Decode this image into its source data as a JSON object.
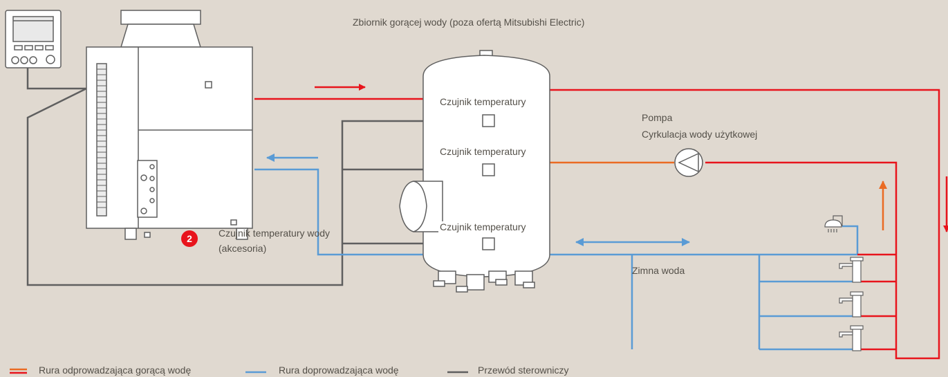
{
  "colors": {
    "background": "#e0d9d0",
    "hot_pipe": "#e8141c",
    "circulation_pipe": "#ea6b23",
    "cold_pipe": "#5a9bd5",
    "control_wire": "#5f5f5f",
    "badge": "#e8141c",
    "text": "#545049"
  },
  "labels": {
    "tank_title": "Zbiornik gorącej wody (poza ofertą Mitsubishi Electric)",
    "sensor_top": "Czujnik temperatury",
    "sensor_middle": "Czujnik temperatury",
    "sensor_bottom": "Czujnik temperatury",
    "pump_title": "Pompa",
    "pump_subtitle": "Cyrkulacja wody użytkowej",
    "cold_water": "Zimna woda",
    "badge_number": "2",
    "accessory_line1": "Czujnik temperatury wody",
    "accessory_line2": "(akcesoria)"
  },
  "legend": [
    {
      "label": "Rura odprowadzająca gorącą wodę",
      "icon": "red-orange-line",
      "color": "#e8141c",
      "color2": "#ea6b23"
    },
    {
      "label": "Rura doprowadzająca wodę",
      "icon": "blue-line",
      "color": "#5a9bd5"
    },
    {
      "label": "Przewód sterowniczy",
      "icon": "gray-line",
      "color": "#5f5f5f"
    }
  ],
  "icons": {
    "controller": "remote-controller-icon",
    "outdoor_unit": "heat-pump-unit-icon",
    "tank": "hot-water-tank-icon",
    "pump": "circulation-pump-icon",
    "shower": "shower-icon",
    "faucet": "faucet-icon"
  }
}
